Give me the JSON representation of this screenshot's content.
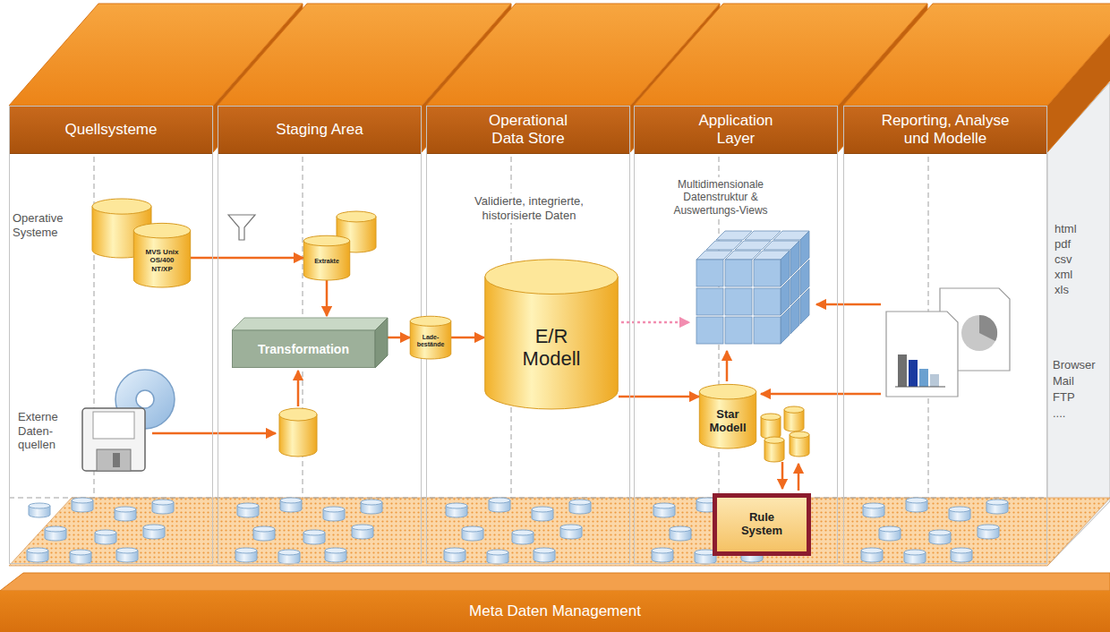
{
  "diagram": {
    "nodes": [
      {
        "text": [
          "Quellsysteme"
        ]
      },
      {
        "text": [
          "MVS Unix OS/400 NT/XP"
        ],
        "in": 0
      },
      {
        "text": [
          "Staging Area"
        ]
      },
      {
        "text": [
          "Extrakte"
        ],
        "in": 2
      },
      {
        "text": [
          "Transformation"
        ],
        "in": 2
      },
      {
        "text": [
          "Operational Data Store"
        ]
      },
      {
        "text": [
          "Lade-bestände"
        ],
        "in": 5
      },
      {
        "text": [
          "E/R Modell"
        ],
        "in": 5
      },
      {
        "text": [
          "Application Layer"
        ]
      },
      {
        "text": [
          "Star Modell"
        ],
        "in": 8
      },
      {
        "text": [
          "Rule System"
        ],
        "in": 8
      },
      {
        "text": [
          "Reporting, Analyse und Modelle"
        ]
      },
      {
        "text": [
          "Meta Daten Management"
        ]
      }
    ],
    "edges": [
      {
        "from": 1,
        "to": 3,
        "arrow": "to"
      },
      {
        "from": 3,
        "to": 4,
        "arrow": "to"
      },
      {
        "from": 4,
        "to": 6,
        "arrow": "to"
      },
      {
        "from": 6,
        "to": 7,
        "arrow": "to"
      },
      {
        "from": 7,
        "to": 9,
        "arrow": "to"
      }
    ],
    "labels": [
      "Operative Systeme",
      "Externe Daten-quellen",
      "Validierte, integrierte, historisierte Daten",
      "Multidimensionale Datenstruktur & Auswertungs-Views",
      "html",
      "pdf",
      "csv",
      "xml",
      "xls",
      "Browser",
      "Mail",
      "FTP",
      "...."
    ]
  }
}
